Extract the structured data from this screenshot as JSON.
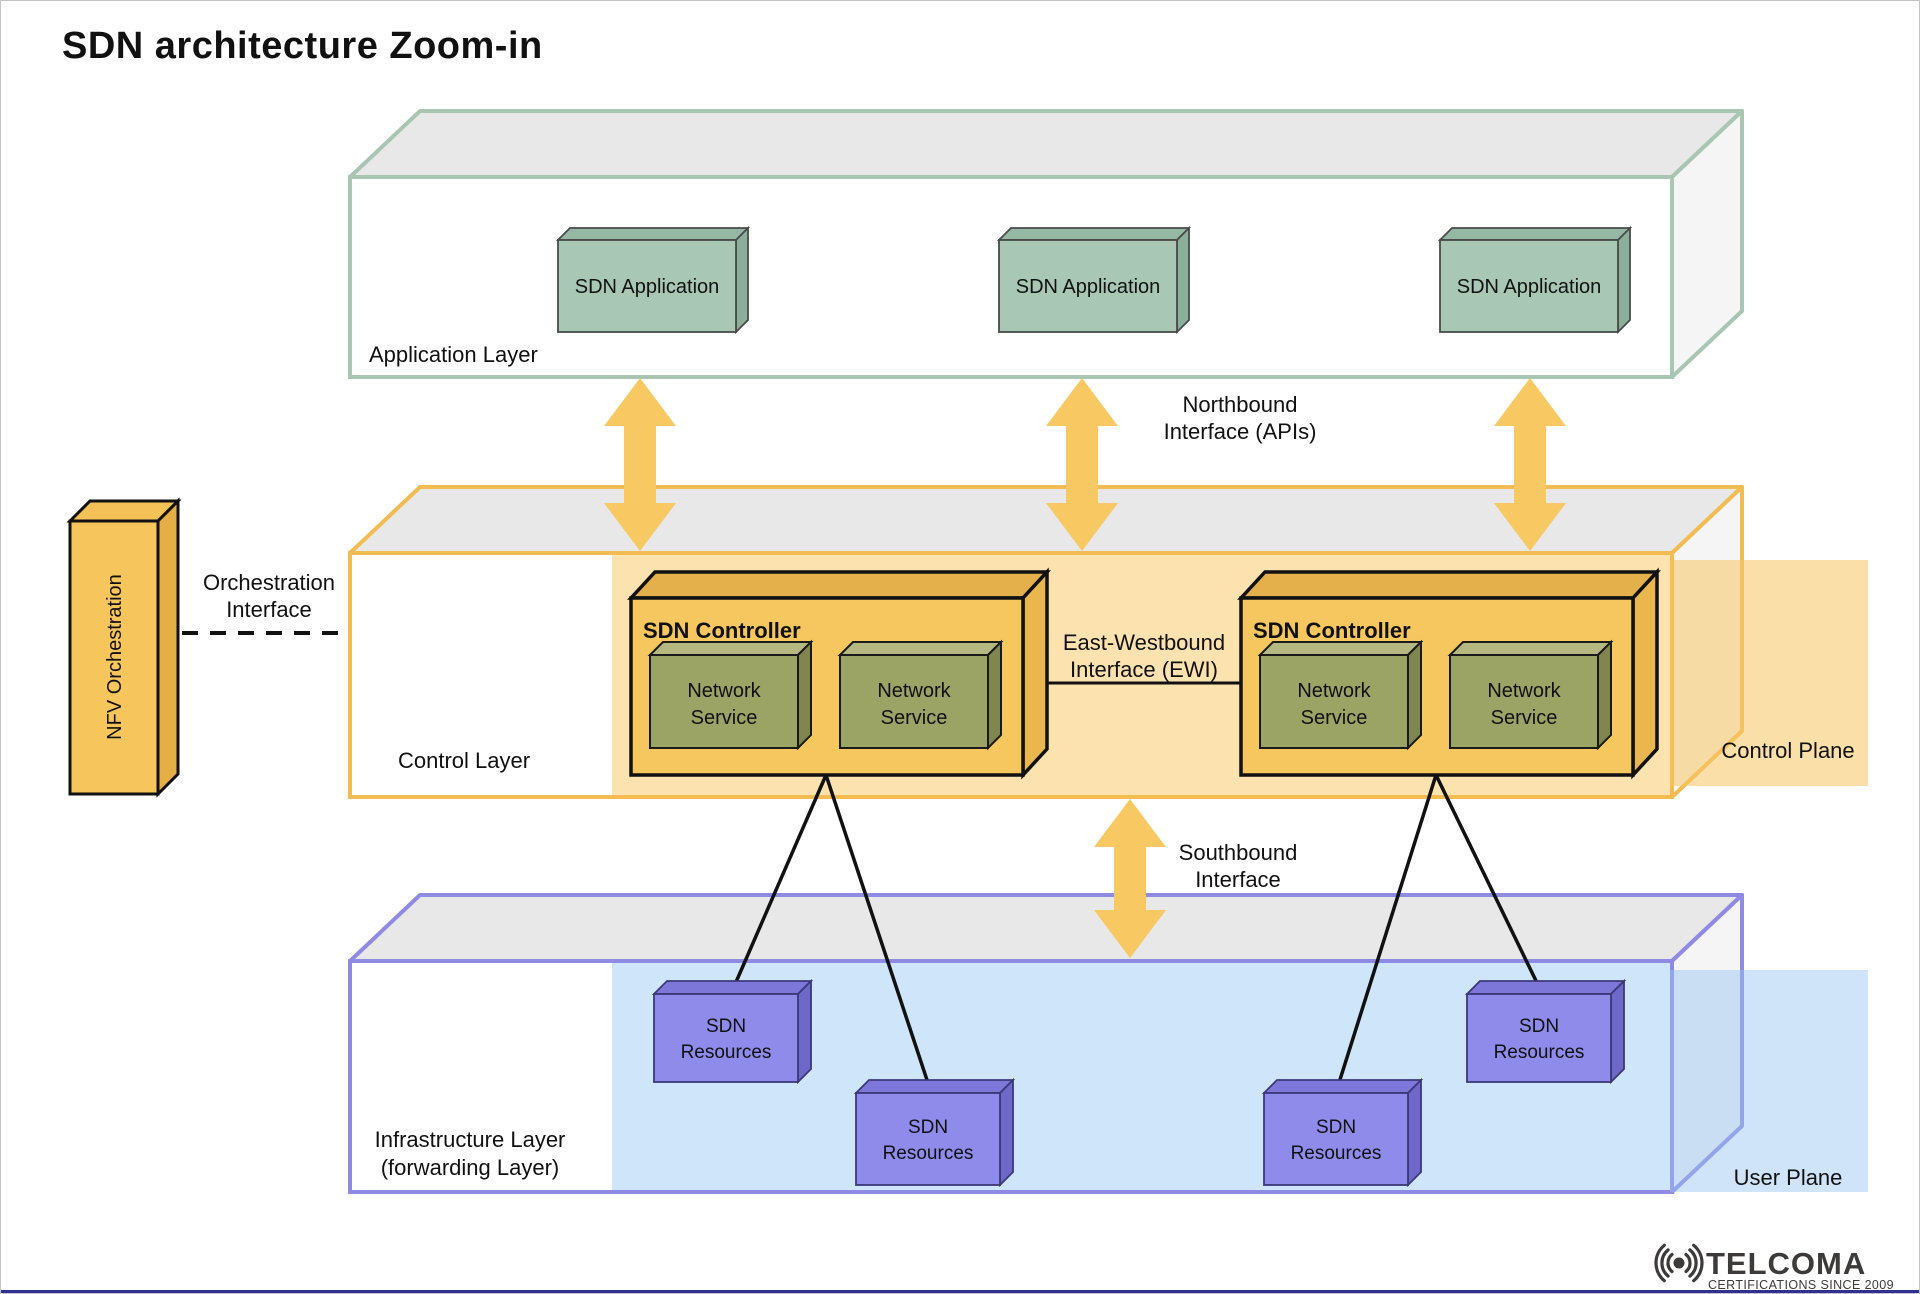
{
  "title": "SDN architecture Zoom-in",
  "application_layer": {
    "label": "Application Layer",
    "applications": [
      {
        "label": "SDN Application"
      },
      {
        "label": "SDN Application"
      },
      {
        "label": "SDN Application"
      }
    ]
  },
  "interfaces": {
    "northbound": {
      "lines": [
        "Northbound",
        "Interface (APIs)"
      ]
    },
    "east_westbound": {
      "lines": [
        "East-Westbound",
        "Interface (EWI)"
      ]
    },
    "southbound": {
      "lines": [
        "Southbound",
        "Interface"
      ]
    },
    "orchestration": {
      "lines": [
        "Orchestration",
        "Interface"
      ]
    }
  },
  "nfv": {
    "label": "NFV Orchestration"
  },
  "control_layer": {
    "label": "Control Layer",
    "plane_label": "Control Plane",
    "controllers": [
      {
        "label": "SDN Controller",
        "services": [
          {
            "lines": [
              "Network",
              "Service"
            ]
          },
          {
            "lines": [
              "Network",
              "Service"
            ]
          }
        ]
      },
      {
        "label": "SDN Controller",
        "services": [
          {
            "lines": [
              "Network",
              "Service"
            ]
          },
          {
            "lines": [
              "Network",
              "Service"
            ]
          }
        ]
      }
    ]
  },
  "infrastructure_layer": {
    "label_lines": [
      "Infrastructure Layer",
      "(forwarding Layer)"
    ],
    "plane_label": "User Plane",
    "resources": [
      {
        "lines": [
          "SDN",
          "Resources"
        ]
      },
      {
        "lines": [
          "SDN",
          "Resources"
        ]
      },
      {
        "lines": [
          "SDN",
          "Resources"
        ]
      },
      {
        "lines": [
          "SDN",
          "Resources"
        ]
      }
    ]
  },
  "logo": {
    "name": "TELCOMA",
    "tagline": "CERTIFICATIONS SINCE 2009"
  },
  "colors": {
    "app_layer_border": "#a9c6b2",
    "control_layer_border": "#f2bc52",
    "infra_layer_border": "#8f8ae4",
    "arrow": "#f8c863",
    "app_box": "#a8c7b4",
    "controller_box": "#f7c75f",
    "network_service_box": "#9ba365",
    "nfv_box": "#f6c65c",
    "resource_box": "#8e8bea",
    "control_panel": "#fbe2ae",
    "infra_panel": "#cfe5fa",
    "top_face_gray": "#e8e8e8",
    "logo_gray": "#3d3a3a",
    "bottom_bar": "#2e3192"
  }
}
